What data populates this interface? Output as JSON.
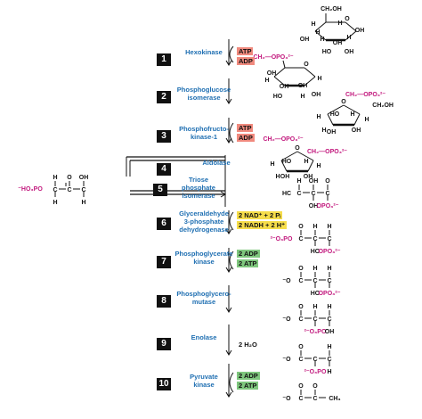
{
  "steps": [
    {
      "num": "1",
      "enzyme": "Hexokinase",
      "cofactors": [
        "ATP",
        "ADP"
      ],
      "kind": "atp"
    },
    {
      "num": "2",
      "enzyme": "Phosphoglucose\nisomerase",
      "cofactors": [],
      "kind": ""
    },
    {
      "num": "3",
      "enzyme": "Phosphofructo-\nkinase-1",
      "cofactors": [
        "ATP",
        "ADP"
      ],
      "kind": "atp"
    },
    {
      "num": "4",
      "enzyme": "Aldolase",
      "cofactors": [],
      "kind": ""
    },
    {
      "num": "5",
      "enzyme": "Triose\nphosphate\nisomerase",
      "cofactors": [],
      "kind": ""
    },
    {
      "num": "6",
      "enzyme": "Glyceraldehyde\n3-phosphate\ndehydrogenase",
      "cofactors": [
        "2 NAD⁺ + 2 Pᵢ",
        "2 NADH + 2 H⁺"
      ],
      "kind": "nad"
    },
    {
      "num": "7",
      "enzyme": "Phosphoglycerate\nkinase",
      "cofactors": [
        "2 ADP",
        "2 ATP"
      ],
      "kind": "gtp"
    },
    {
      "num": "8",
      "enzyme": "Phosphoglycero-\nmutase",
      "cofactors": [],
      "kind": ""
    },
    {
      "num": "9",
      "enzyme": "Enolase",
      "cofactors": [
        "2 H₂O"
      ],
      "kind": "plain"
    },
    {
      "num": "10",
      "enzyme": "Pyruvate\nkinase",
      "cofactors": [
        "2 ADP",
        "2 ATP"
      ],
      "kind": "gtp"
    }
  ],
  "molecule_text": {
    "ch2oh": "CH₂OH",
    "ch2opo3": "CH₂—OPO₃²⁻",
    "opo3": "OPO₃²⁻",
    "o3po": "²⁻O₃PO",
    "hopo": "⁻HO₃PO",
    "h": "H",
    "oh": "OH",
    "ho": "HO",
    "o": "O",
    "c": "C",
    "hc": "HC",
    "ominus": "⁻O",
    "ch3": "CH₃",
    "ch2": "CH₂"
  },
  "colors": {
    "enzyme": "#1f6fb2",
    "phosphate": "#c2187d",
    "atp": "#f08a7e",
    "nad": "#f6dd4a",
    "gtp": "#7fc77e"
  }
}
